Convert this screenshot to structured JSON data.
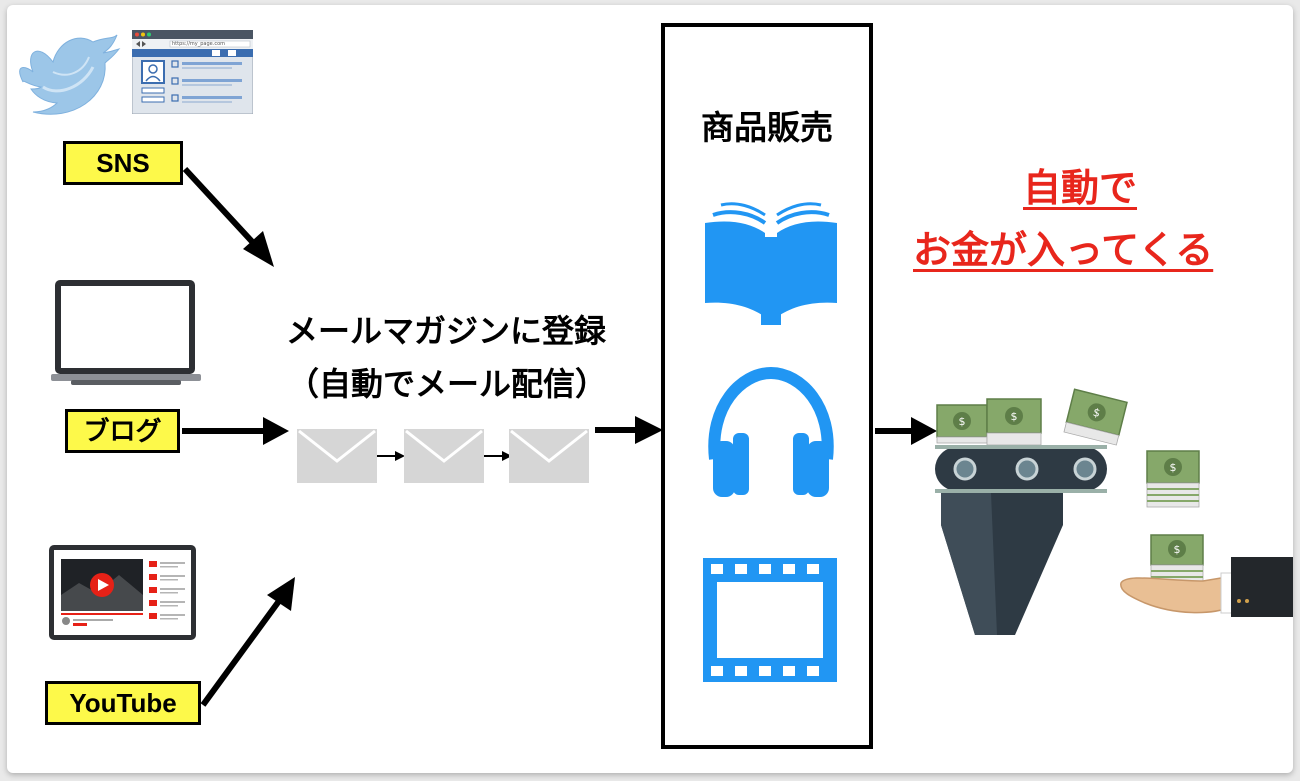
{
  "sources": [
    {
      "label": "SNS",
      "icon": "twitter-bird-icon"
    },
    {
      "label": "ブログ",
      "icon": "laptop-icon"
    },
    {
      "label": "YouTube",
      "icon": "youtube-player-icon"
    }
  ],
  "mail": {
    "line1": "メールマガジンに登録",
    "line2": "（自動でメール配信）"
  },
  "browser_url": "https://my_page.com",
  "products": {
    "title": "商品販売",
    "icons": [
      "book-icon",
      "headphones-icon",
      "film-icon"
    ]
  },
  "result": {
    "line1": "自動で",
    "line2": "お金が入ってくる"
  },
  "colors": {
    "label_yellow": "#fdf94a",
    "product_blue": "#2196f3",
    "result_red": "#e8261c",
    "envelope_gray": "#d6d6d6",
    "money_green": "#86a86a",
    "machine_dark": "#2e3a44"
  }
}
